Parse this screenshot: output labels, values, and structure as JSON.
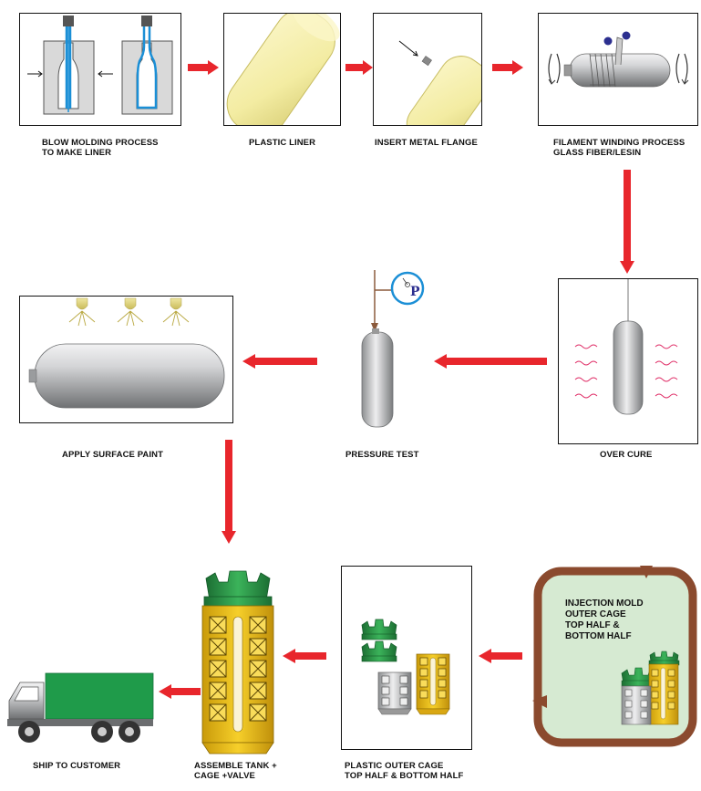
{
  "steps": {
    "blow_molding": "BLOW MOLDING PROCESS\nTO MAKE LINER",
    "plastic_liner": "PLASTIC LINER",
    "insert_flange": "INSERT METAL FLANGE",
    "filament_winding": "FILAMENT WINDING PROCESS\nGLASS FIBER/LESIN",
    "over_cure": "OVER CURE",
    "pressure_test": "PRESSURE TEST",
    "apply_paint": "APPLY SURFACE PAINT",
    "injection_mold": "INJECTION MOLD\nOUTER CAGE\nTOP HALF &\nBOTTOM HALF",
    "plastic_outer_cage": "PLASTIC OUTER CAGE\nTOP HALF & BOTTOM HALF",
    "assemble": "ASSEMBLE TANK +\nCAGE +VALVE",
    "ship": "SHIP TO CUSTOMER"
  },
  "gauge_letter": "P",
  "colors": {
    "arrow": "#e8262c",
    "liner": "#f3eca2",
    "tank_gray": "#bfc0c2",
    "cage_yellow": "#f2c31c",
    "cage_green": "#2e9a4b",
    "mold_border": "#8b4a2e",
    "mold_fill": "#d6ead2",
    "truck_green": "#1f9b4a",
    "blue": "#1b8fd6"
  }
}
